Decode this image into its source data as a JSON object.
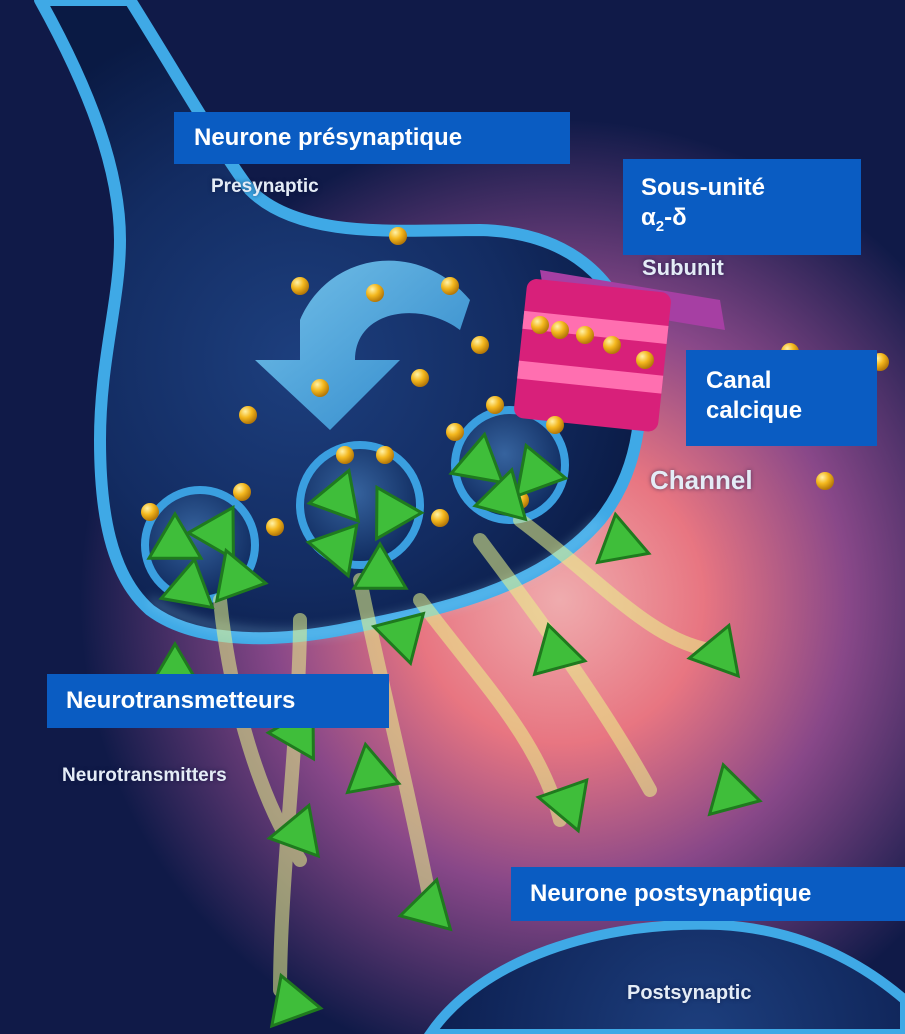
{
  "labels": {
    "presynaptic_fr": "Neurone présynaptique",
    "subunit_fr_line1": "Sous-unité",
    "subunit_fr_alpha": "α",
    "subunit_fr_sub": "2",
    "subunit_fr_delta": "-δ",
    "calcium_fr_line1": "Canal",
    "calcium_fr_line2": "calcique",
    "neurotransmitters_fr": "Neurotransmetteurs",
    "postsynaptic_fr": "Neurone postsynaptique"
  },
  "original_labels": {
    "presynaptic": "Presynaptic",
    "subunit": "Subunit",
    "channel": "Channel",
    "neurotransmitters": "Neurotransmitters",
    "postsynaptic": "Postsynaptic"
  },
  "colors": {
    "label_background": "#0a5cc2",
    "label_text": "#ffffff",
    "background_dark": "#0b1640",
    "synaptic_glow": "#f3737e",
    "neuron_membrane": "#3fa9e6",
    "calcium_ion": "#f2b21c",
    "neurotransmitter": "#3fbe3a",
    "calcium_channel": "#d8207a",
    "subunit": "#a63fa3"
  },
  "icons": [
    "calcium-ion-icon",
    "neurotransmitter-icon",
    "flow-arrow-icon"
  ]
}
